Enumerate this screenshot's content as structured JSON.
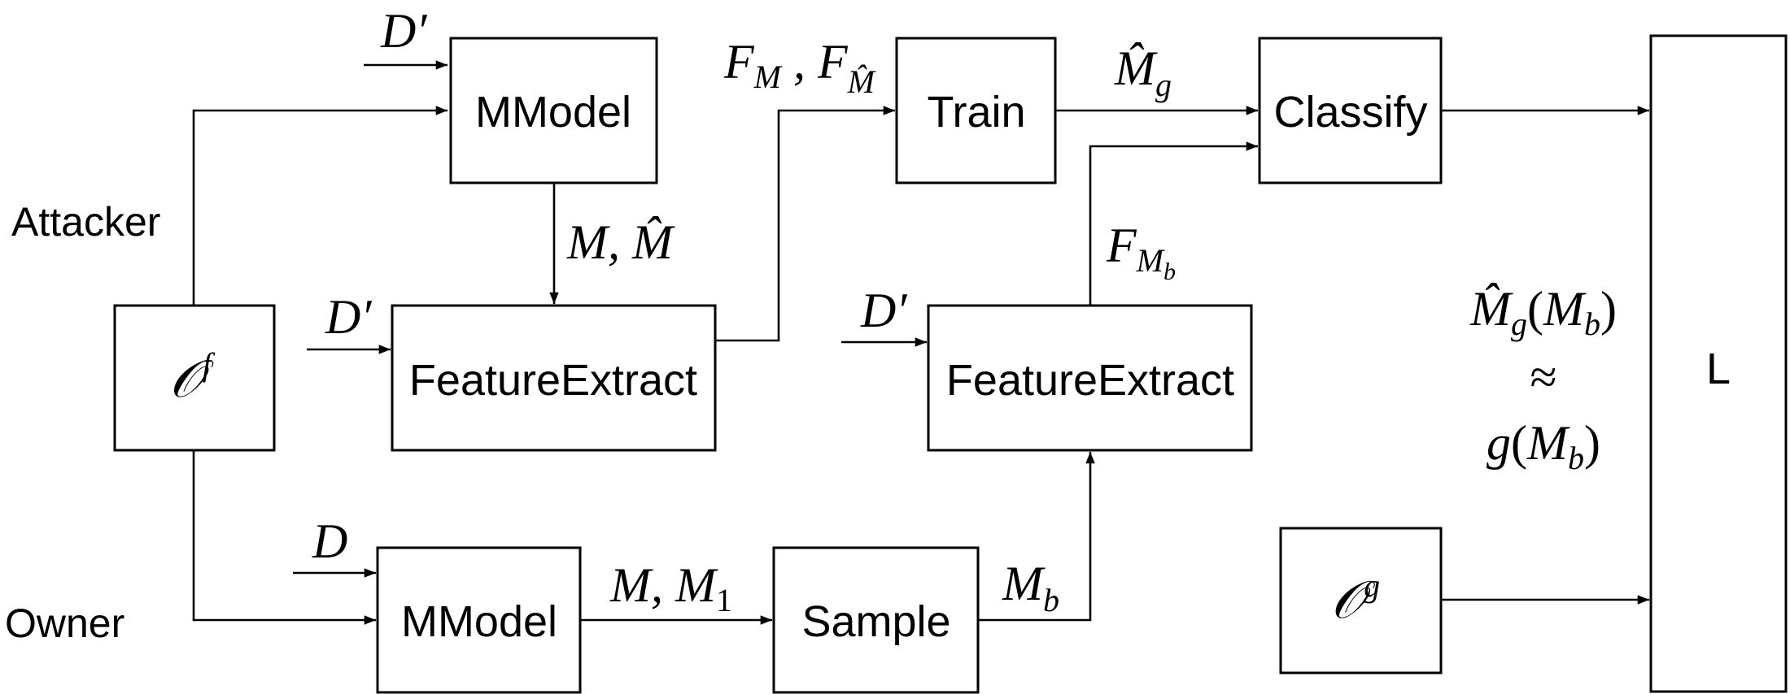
{
  "diagram": {
    "actors": {
      "attacker": "Attacker",
      "owner": "Owner"
    },
    "boxes": {
      "oracle_f": {
        "base": "𝒪",
        "sup": "f"
      },
      "oracle_g": {
        "base": "𝒪",
        "sup": "g"
      },
      "mmodel_attacker": "MModel",
      "feature_extract_attacker": "FeatureExtract",
      "train": "Train",
      "classify": "Classify",
      "feature_extract_owner": "FeatureExtract",
      "mmodel_owner": "MModel",
      "sample": "Sample",
      "l_box": "L"
    },
    "edge_labels": {
      "d_prime_1": "D′",
      "d_prime_2": "D′",
      "d_prime_3": "D′",
      "d_owner": "D",
      "m_mhat": {
        "m": "M",
        "comma": ", ",
        "mhat": "M̂"
      },
      "f_m_f_mhat": {
        "f1": "F",
        "s1": "M",
        "comma": " , ",
        "f2": "F",
        "s2": "M̂"
      },
      "mhat_g": {
        "base": "M̂",
        "sub": "g"
      },
      "f_mb": {
        "base": "F",
        "sub": "M",
        "subsub": "b"
      },
      "m_m1": {
        "m": "M",
        "comma": ", ",
        "m1": "M",
        "sub": "1"
      },
      "m_b": {
        "base": "M",
        "sub": "b"
      }
    },
    "equation": {
      "line1": {
        "mhat": "M̂",
        "g": "g",
        "open": "(",
        "m": "M",
        "b": "b",
        "close": ")"
      },
      "approx": "≈",
      "line3": {
        "g": "g",
        "open": "(",
        "m": "M",
        "b": "b",
        "close": ")"
      }
    }
  }
}
